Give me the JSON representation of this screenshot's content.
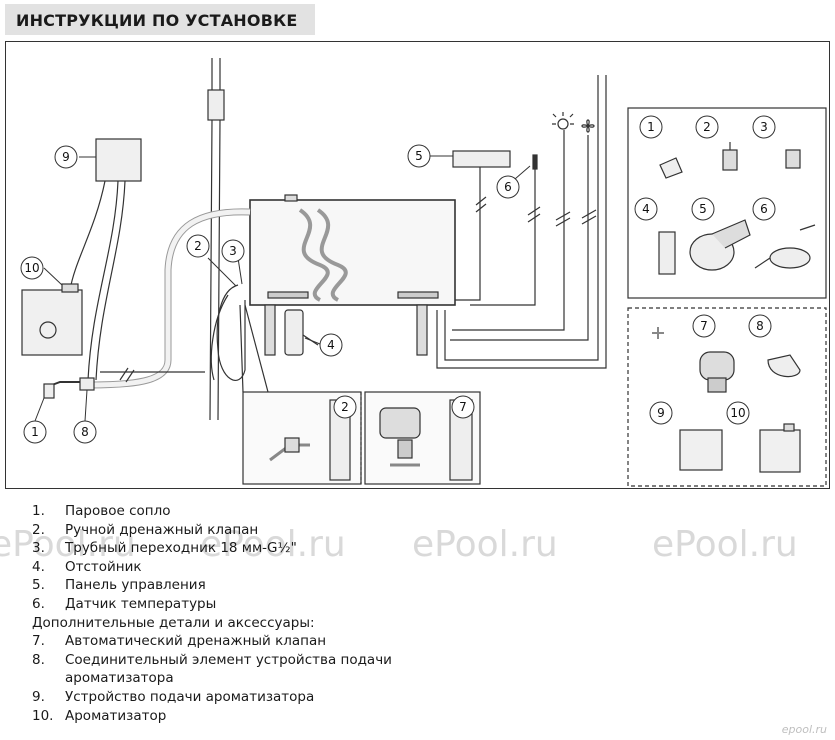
{
  "title": "ИНСТРУКЦИИ ПО УСТАНОВКЕ",
  "callouts": {
    "c1": "1",
    "c2": "2",
    "c3": "3",
    "c4": "4",
    "c5": "5",
    "c6": "6",
    "c7": "7",
    "c8": "8",
    "c9": "9",
    "c10": "10"
  },
  "legend": [
    {
      "num": "1.",
      "text": "Паровое сопло"
    },
    {
      "num": "2.",
      "text": "Ручной дренажный клапан"
    },
    {
      "num": "3.",
      "text": "Трубный переходник 18 мм-G½\""
    },
    {
      "num": "4.",
      "text": "Отстойник"
    },
    {
      "num": "5.",
      "text": "Панель управления"
    },
    {
      "num": "6.",
      "text": "Датчик температуры"
    },
    {
      "num": "",
      "text": "Дополнительные детали и аксессуары:"
    },
    {
      "num": "7.",
      "text": "Автоматический дренажный клапан"
    },
    {
      "num": "8.",
      "text": "Соединительный элемент устройства подачи"
    },
    {
      "num": "",
      "text": "ароматизатора"
    },
    {
      "num": "9.",
      "text": "Устройство подачи ароматизатора"
    },
    {
      "num": "10.",
      "text": "Ароматизатор"
    }
  ],
  "watermarks": [
    "ePool.ru",
    "ePool.ru",
    "ePool.ru",
    "ePool.ru"
  ],
  "corner_mark": "epool.ru"
}
